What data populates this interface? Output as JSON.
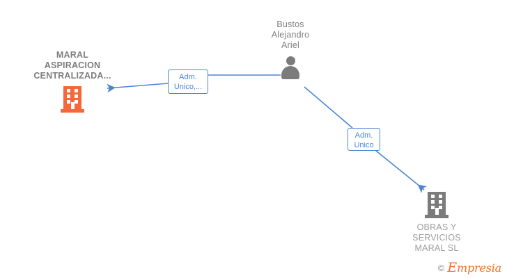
{
  "diagram": {
    "title": "Empresia corporate relationship graph",
    "background": "#ffffff",
    "colors": {
      "edge_blue": "#4a86d0",
      "company_orange": "#f5683c",
      "company_gray": "#7b7b7b",
      "label_gray": "#808080",
      "label_gray_light": "#9d9d9d",
      "brand_orange": "#ef7028"
    },
    "nodes": [
      {
        "id": "maral-aspiracion",
        "type": "company",
        "label": "MARAL\nASPIRACION\nCENTRALIZADA...",
        "icon": "building-icon",
        "icon_color": "#f5683c"
      },
      {
        "id": "bustos-alejandro-ariel",
        "type": "person",
        "label": "Bustos\nAlejandro\nAriel",
        "icon": "person-icon",
        "icon_color": "#7b7b7b"
      },
      {
        "id": "obras-servicios-maral",
        "type": "company",
        "label": "OBRAS Y\nSERVICIOS\nMARAL SL",
        "icon": "building-icon",
        "icon_color": "#7b7b7b"
      }
    ],
    "edges": [
      {
        "id": "edge-1",
        "from": "bustos-alejandro-ariel",
        "to": "maral-aspiracion",
        "label": "Adm.\nUnico,...",
        "arrow": "left"
      },
      {
        "id": "edge-2",
        "from": "bustos-alejandro-ariel",
        "to": "obras-servicios-maral",
        "label": "Adm.\nUnico",
        "arrow": "down-right"
      }
    ]
  },
  "watermark": {
    "copyright": "©",
    "brand_cap": "E",
    "brand_rest": "mpresia"
  }
}
